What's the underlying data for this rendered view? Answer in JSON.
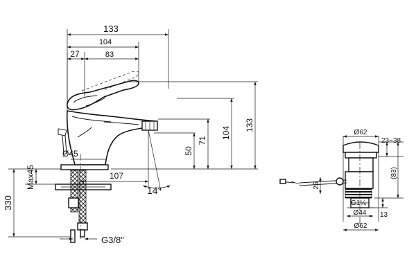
{
  "faucet": {
    "dims": {
      "d133": "133",
      "d104": "104",
      "d27": "27",
      "d83": "83",
      "d45dia": "Ø45",
      "d107": "107",
      "max45": "Max45",
      "d330": "330",
      "angle": "14°",
      "g38": "G3/8\"",
      "h50": "50",
      "h71": "71",
      "h104": "104",
      "h133": "133"
    }
  },
  "waste": {
    "dims": {
      "d62top": "Ø62",
      "r2338": "23~38",
      "h83": "(83)",
      "h25": "25",
      "g114": "G1¼",
      "d44": "Ø44",
      "h13": "13",
      "d62bot": "Ø62"
    }
  }
}
